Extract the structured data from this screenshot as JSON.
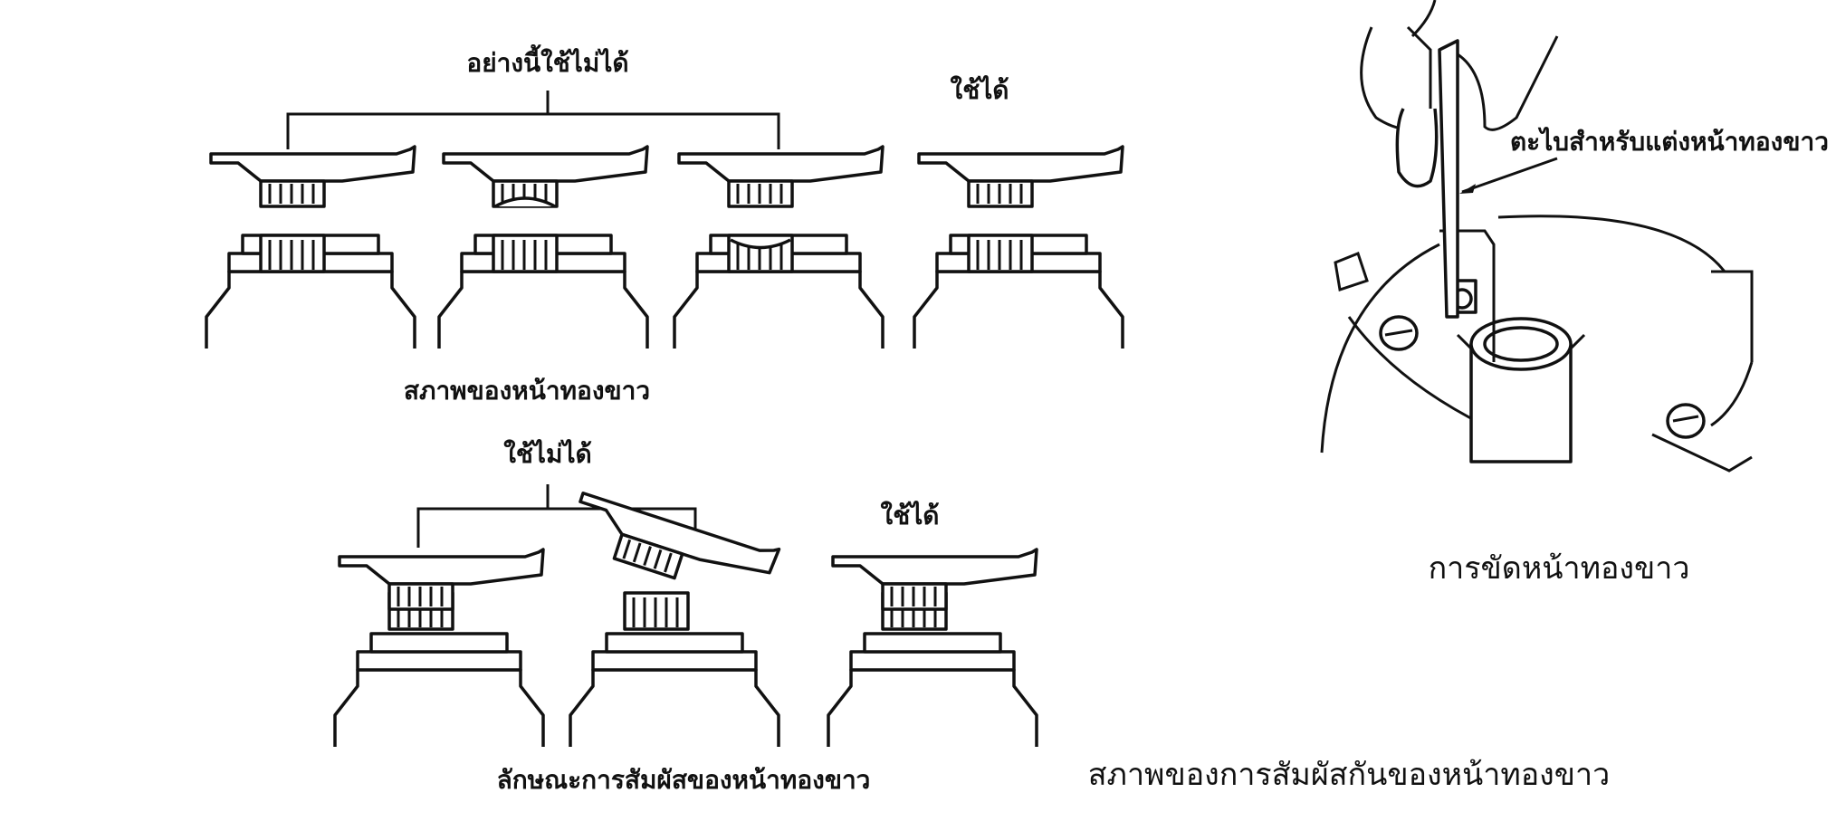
{
  "top_section": {
    "bad_label": "อย่างนี้ใช้ไม่ได้",
    "good_label": "ใช้ได้",
    "caption": "สภาพของหน้าทองขาว"
  },
  "bottom_section": {
    "bad_label": "ใช้ไม่ได้",
    "good_label": "ใช้ได้",
    "caption": "ลักษณะการสัมผัสของหน้าทองขาว"
  },
  "right_section": {
    "tool_callout": "ตะไบสำหรับแต่งหน้าทองขาว",
    "caption": "การขัดหน้าทองขาว",
    "overall_caption": "สภาพของการสัมผัสกันของหน้าทองขาว"
  }
}
